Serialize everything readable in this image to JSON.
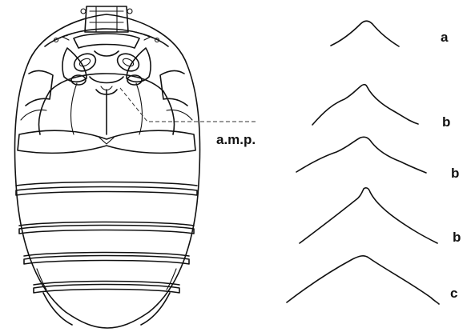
{
  "labels": {
    "amp": "a.m.p.",
    "profile_a": "a",
    "profile_b1": "b",
    "profile_b2": "b",
    "profile_b3": "b",
    "profile_c": "c"
  }
}
